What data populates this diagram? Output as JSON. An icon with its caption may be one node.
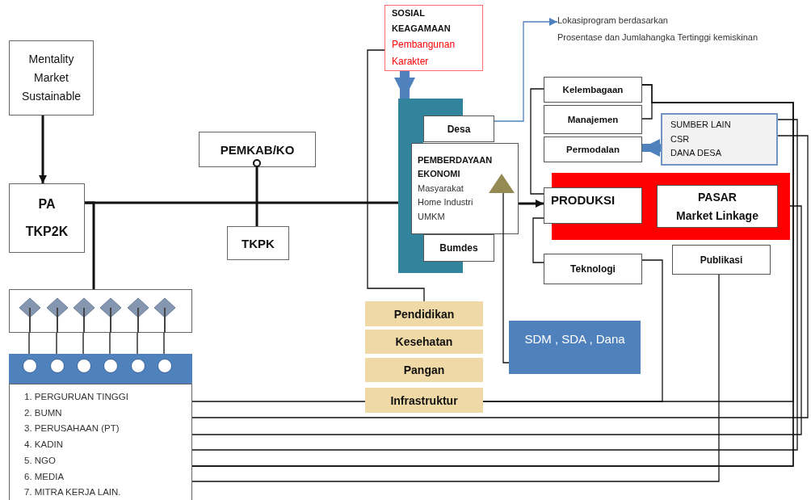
{
  "diagram": {
    "nodes": [
      {
        "text": [
          "Mentality",
          "Market",
          "Sustainable"
        ]
      },
      {
        "text": [
          "PA",
          "TKP2K"
        ]
      },
      {
        "text": [
          "PEMKAB/KO"
        ]
      },
      {
        "text": [
          "TKPK"
        ]
      },
      {
        "text": [],
        "shape": "box"
      },
      {
        "text": [],
        "shape": "bar"
      },
      {
        "text": [
          "1. PERGURUAN TINGGI",
          "2. BUMN",
          "3. PERUSAHAAN (PT)",
          "4. KADIN",
          "5. NGO",
          "6. MEDIA",
          "7. MITRA KERJA LAIN."
        ]
      },
      {
        "text": [
          "SOSIAL KEAGAMAAN",
          "Pembangunan Karakter"
        ]
      },
      {
        "text": [],
        "shape": "bar"
      },
      {
        "text": [
          "Desa"
        ]
      },
      {
        "text": [
          "PEMBERDAYAAN EKONOMI",
          "Masyarakat",
          "Home Industri",
          "UMKM"
        ]
      },
      {
        "text": [
          "Bumdes"
        ]
      },
      {
        "text": [],
        "shape": "triangle",
        "in": 10
      },
      {
        "text": [
          "Lokasiprogram berdasarkan",
          "Prosentase dan Jumlahangka Tertinggi kemiskinan"
        ]
      },
      {
        "text": [
          "Kelembagaan"
        ]
      },
      {
        "text": [
          "Manajemen"
        ]
      },
      {
        "text": [
          "Permodalan"
        ]
      },
      {
        "text": [
          "SUMBER LAIN",
          "CSR",
          "DANA DESA"
        ]
      },
      {
        "text": [],
        "shape": "box"
      },
      {
        "text": [
          "PRODUKSI"
        ]
      },
      {
        "text": [
          "PASAR",
          "Market Linkage"
        ],
        "in": 18
      },
      {
        "text": [
          "Teknologi"
        ]
      },
      {
        "text": [
          "Publikasi"
        ]
      },
      {
        "text": [
          "Pendidikan"
        ]
      },
      {
        "text": [
          "Kesehatan"
        ]
      },
      {
        "text": [
          "Pangan"
        ]
      },
      {
        "text": [
          "Infrastruktur"
        ]
      },
      {
        "text": [
          "SDM , SDA , Dana"
        ]
      }
    ],
    "edges": [
      {
        "from": 0,
        "to": 1,
        "arrow": "to",
        "style": "thick"
      },
      {
        "from": 1,
        "to": 8,
        "arrow": "none",
        "style": "thick"
      },
      {
        "from": 1,
        "to": 4,
        "arrow": "none",
        "style": "thick"
      },
      {
        "from": 2,
        "to": 3,
        "arrow": "other",
        "style": "thick"
      },
      {
        "from": 4,
        "to": 5,
        "arrow": "none"
      },
      {
        "from": 4,
        "to": 5,
        "arrow": "none"
      },
      {
        "from": 4,
        "to": 5,
        "arrow": "none"
      },
      {
        "from": 4,
        "to": 5,
        "arrow": "none"
      },
      {
        "from": 4,
        "to": 5,
        "arrow": "none"
      },
      {
        "from": 4,
        "to": 5,
        "arrow": "none"
      },
      {
        "from": 7,
        "to": 8,
        "arrow": "to",
        "style": "thick",
        "color": "#4f81bd"
      },
      {
        "from": 7,
        "to": 23,
        "arrow": "none"
      },
      {
        "from": 9,
        "to": 13,
        "arrow": "to",
        "color": "#4f81bd"
      },
      {
        "from": 10,
        "to": 19,
        "arrow": "to",
        "style": "thick"
      },
      {
        "from": 14,
        "to": 19,
        "arrow": "none"
      },
      {
        "from": 19,
        "to": 21,
        "arrow": "none"
      },
      {
        "from": 17,
        "to": 16,
        "arrow": "to",
        "style": "thick",
        "color": "#4f81bd"
      },
      {
        "from": 27,
        "to": 12,
        "arrow": "none"
      },
      {
        "from": 6,
        "to": 26,
        "arrow": "none"
      },
      {
        "from": 26,
        "to": 14,
        "arrow": "none"
      },
      {
        "from": 21,
        "to": 26,
        "arrow": "none"
      },
      {
        "from": 6,
        "to": 14,
        "arrow": "none"
      },
      {
        "from": 6,
        "to": 15,
        "arrow": "none"
      },
      {
        "from": 6,
        "to": 17,
        "arrow": "none"
      },
      {
        "from": 6,
        "to": 17,
        "arrow": "none"
      },
      {
        "from": 6,
        "to": 18,
        "arrow": "none"
      },
      {
        "from": 6,
        "to": 22,
        "arrow": "none"
      }
    ]
  }
}
